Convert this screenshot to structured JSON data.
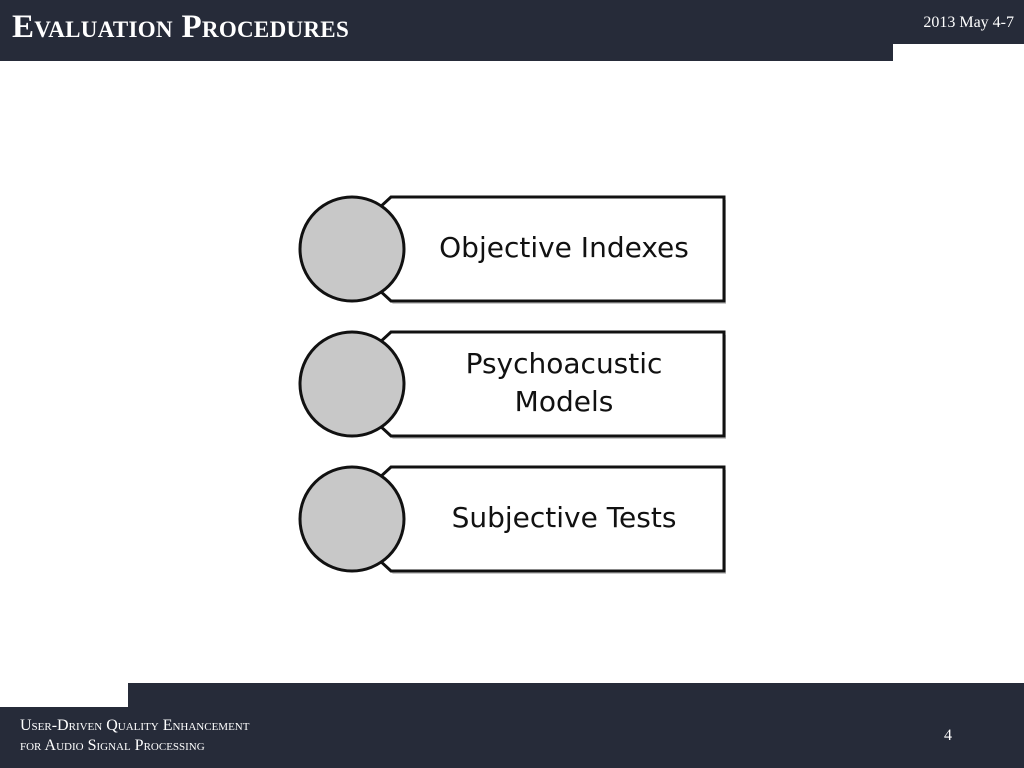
{
  "header": {
    "title": "Evaluation Procedures",
    "date": "2013 May 4-7"
  },
  "diagram": {
    "items": [
      {
        "label": "Objective Indexes"
      },
      {
        "label": "Psychoacustic Models"
      },
      {
        "label": "Subjective Tests"
      }
    ],
    "colors": {
      "circle_fill": "#c8c8c8",
      "outline": "#111111",
      "box_fill": "#ffffff"
    }
  },
  "footer": {
    "line1": "User-Driven Quality Enhancement",
    "line2": "for Audio Signal Processing",
    "page_number": "4"
  },
  "colors": {
    "bar": "#262b39"
  }
}
